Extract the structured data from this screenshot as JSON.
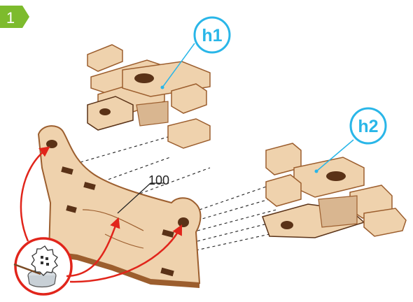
{
  "step": {
    "number": "1",
    "badge_color": "#7dbb2d"
  },
  "callouts": {
    "h1": "h1",
    "h2": "h2",
    "color": "#29b6e8"
  },
  "part_label": "100",
  "colors": {
    "wood": "#efd2ad",
    "wood_edge": "#9c5e2e",
    "wood_dark": "#5a3217",
    "arrow": "#e1251b",
    "dashed": "#222222"
  }
}
